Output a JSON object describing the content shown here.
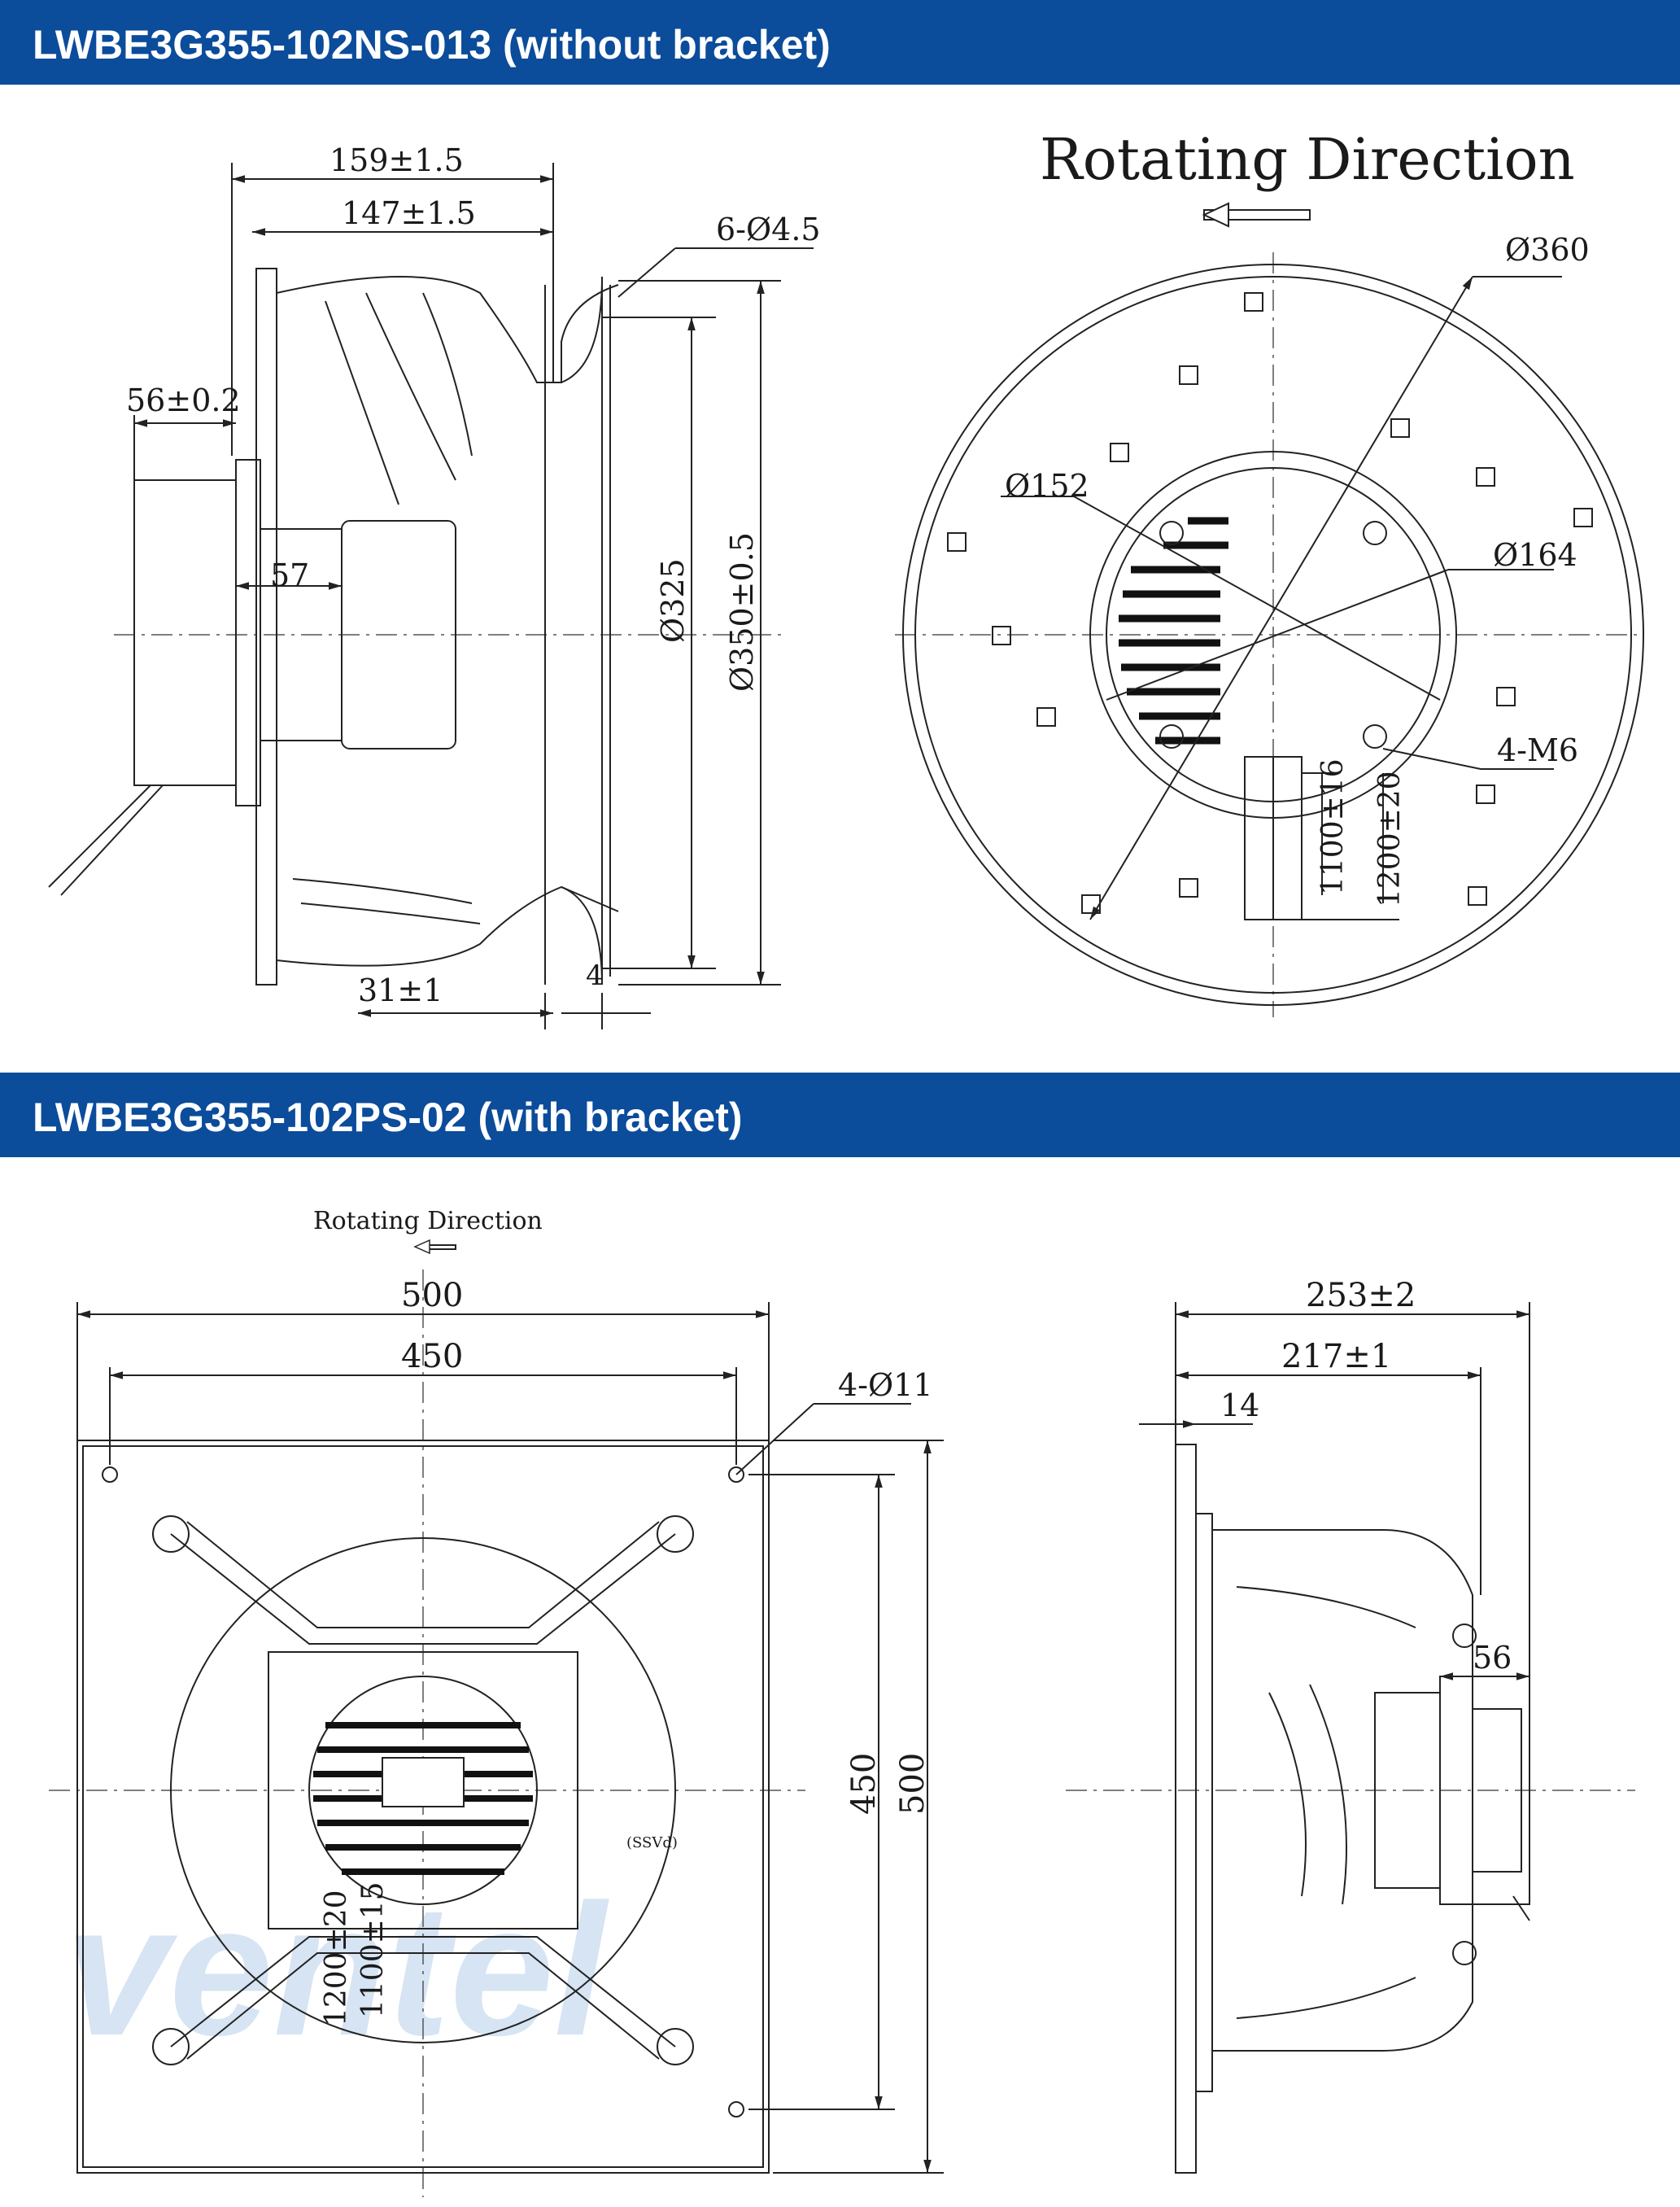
{
  "sections": [
    {
      "title": "LWBE3G355-102NS-013 (without bracket)"
    },
    {
      "title": "LWBE3G355-102PS-02 (with bracket)"
    }
  ],
  "top_side_dims": {
    "overall_depth": "159±1.5",
    "impeller_depth": "147±1.5",
    "motor_depth": "56±0.2",
    "hub": "57",
    "inlet_dia": "Ø325",
    "outer_dia": "Ø350±0.5",
    "inlet_ring": "31±1",
    "flange": "4",
    "holes": "6-Ø4.5"
  },
  "top_front": {
    "rotating_direction": "Rotating Direction",
    "dia_360": "Ø360",
    "dia_152": "Ø152",
    "dia_164": "Ø164",
    "screws": "4-M6",
    "cable_1": "1100±16",
    "cable_2": "1200±20"
  },
  "bottom_front": {
    "rotating_direction": "Rotating Direction",
    "width_outer": "500",
    "width_holes": "450",
    "holes": "4-Ø11",
    "height_holes": "450",
    "height_outer": "500",
    "cable_1": "1200±20",
    "cable_2": "1100±15",
    "motor_label": "(SSVd)"
  },
  "bottom_side": {
    "overall": "253±2",
    "impeller": "217±1",
    "plate": "14",
    "motor": "56"
  },
  "watermark": "ventel",
  "colors": {
    "header": "#0b4c9b",
    "watermark": "#cfe0f2"
  }
}
